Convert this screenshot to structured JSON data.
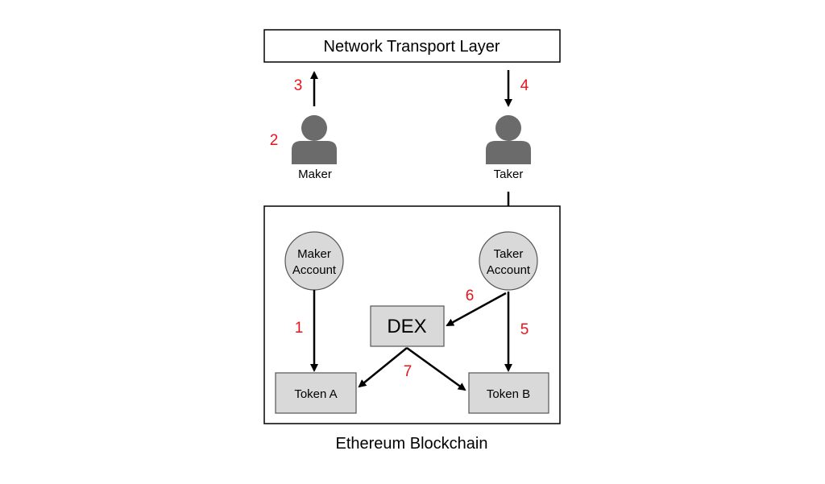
{
  "diagram": {
    "network_layer": "Network Transport Layer",
    "maker": "Maker",
    "taker": "Taker",
    "maker_account_line1": "Maker",
    "maker_account_line2": "Account",
    "taker_account_line1": "Taker",
    "taker_account_line2": "Account",
    "dex": "DEX",
    "token_a": "Token A",
    "token_b": "Token B",
    "blockchain": "Ethereum Blockchain",
    "steps": [
      "1",
      "2",
      "3",
      "4",
      "5",
      "6",
      "7"
    ],
    "colors": {
      "step_label": "#e8141c",
      "node_fill": "#d9d9d9",
      "person_fill": "#6b6b6b",
      "stroke": "#000000"
    }
  }
}
